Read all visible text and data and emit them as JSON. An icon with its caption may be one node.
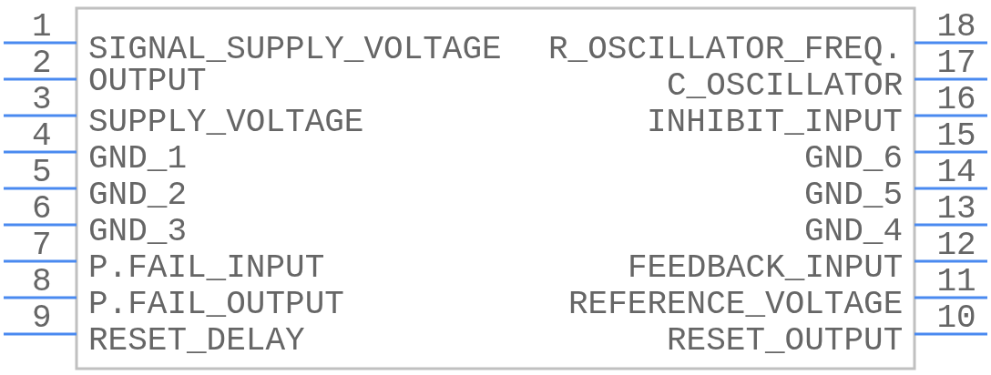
{
  "diagram": {
    "labels": [
      "1",
      "SIGNAL_SUPPLY_VOLTAGE",
      "R_OSCILLATOR_FREQ.",
      "18",
      "2",
      "OUTPUT",
      "C_OSCILLATOR",
      "17",
      "3",
      "SUPPLY_VOLTAGE",
      "INHIBIT_INPUT",
      "16",
      "4",
      "GND_1",
      "GND_6",
      "15",
      "5",
      "GND_2",
      "GND_5",
      "14",
      "6",
      "GND_3",
      "GND_4",
      "13",
      "7",
      "P.FAIL_INPUT",
      "FEEDBACK_INPUT",
      "12",
      "8",
      "P.FAIL_OUTPUT",
      "REFERENCE_VOLTAGE",
      "11",
      "9",
      "RESET_DELAY",
      "RESET_OUTPUT",
      "10"
    ]
  }
}
